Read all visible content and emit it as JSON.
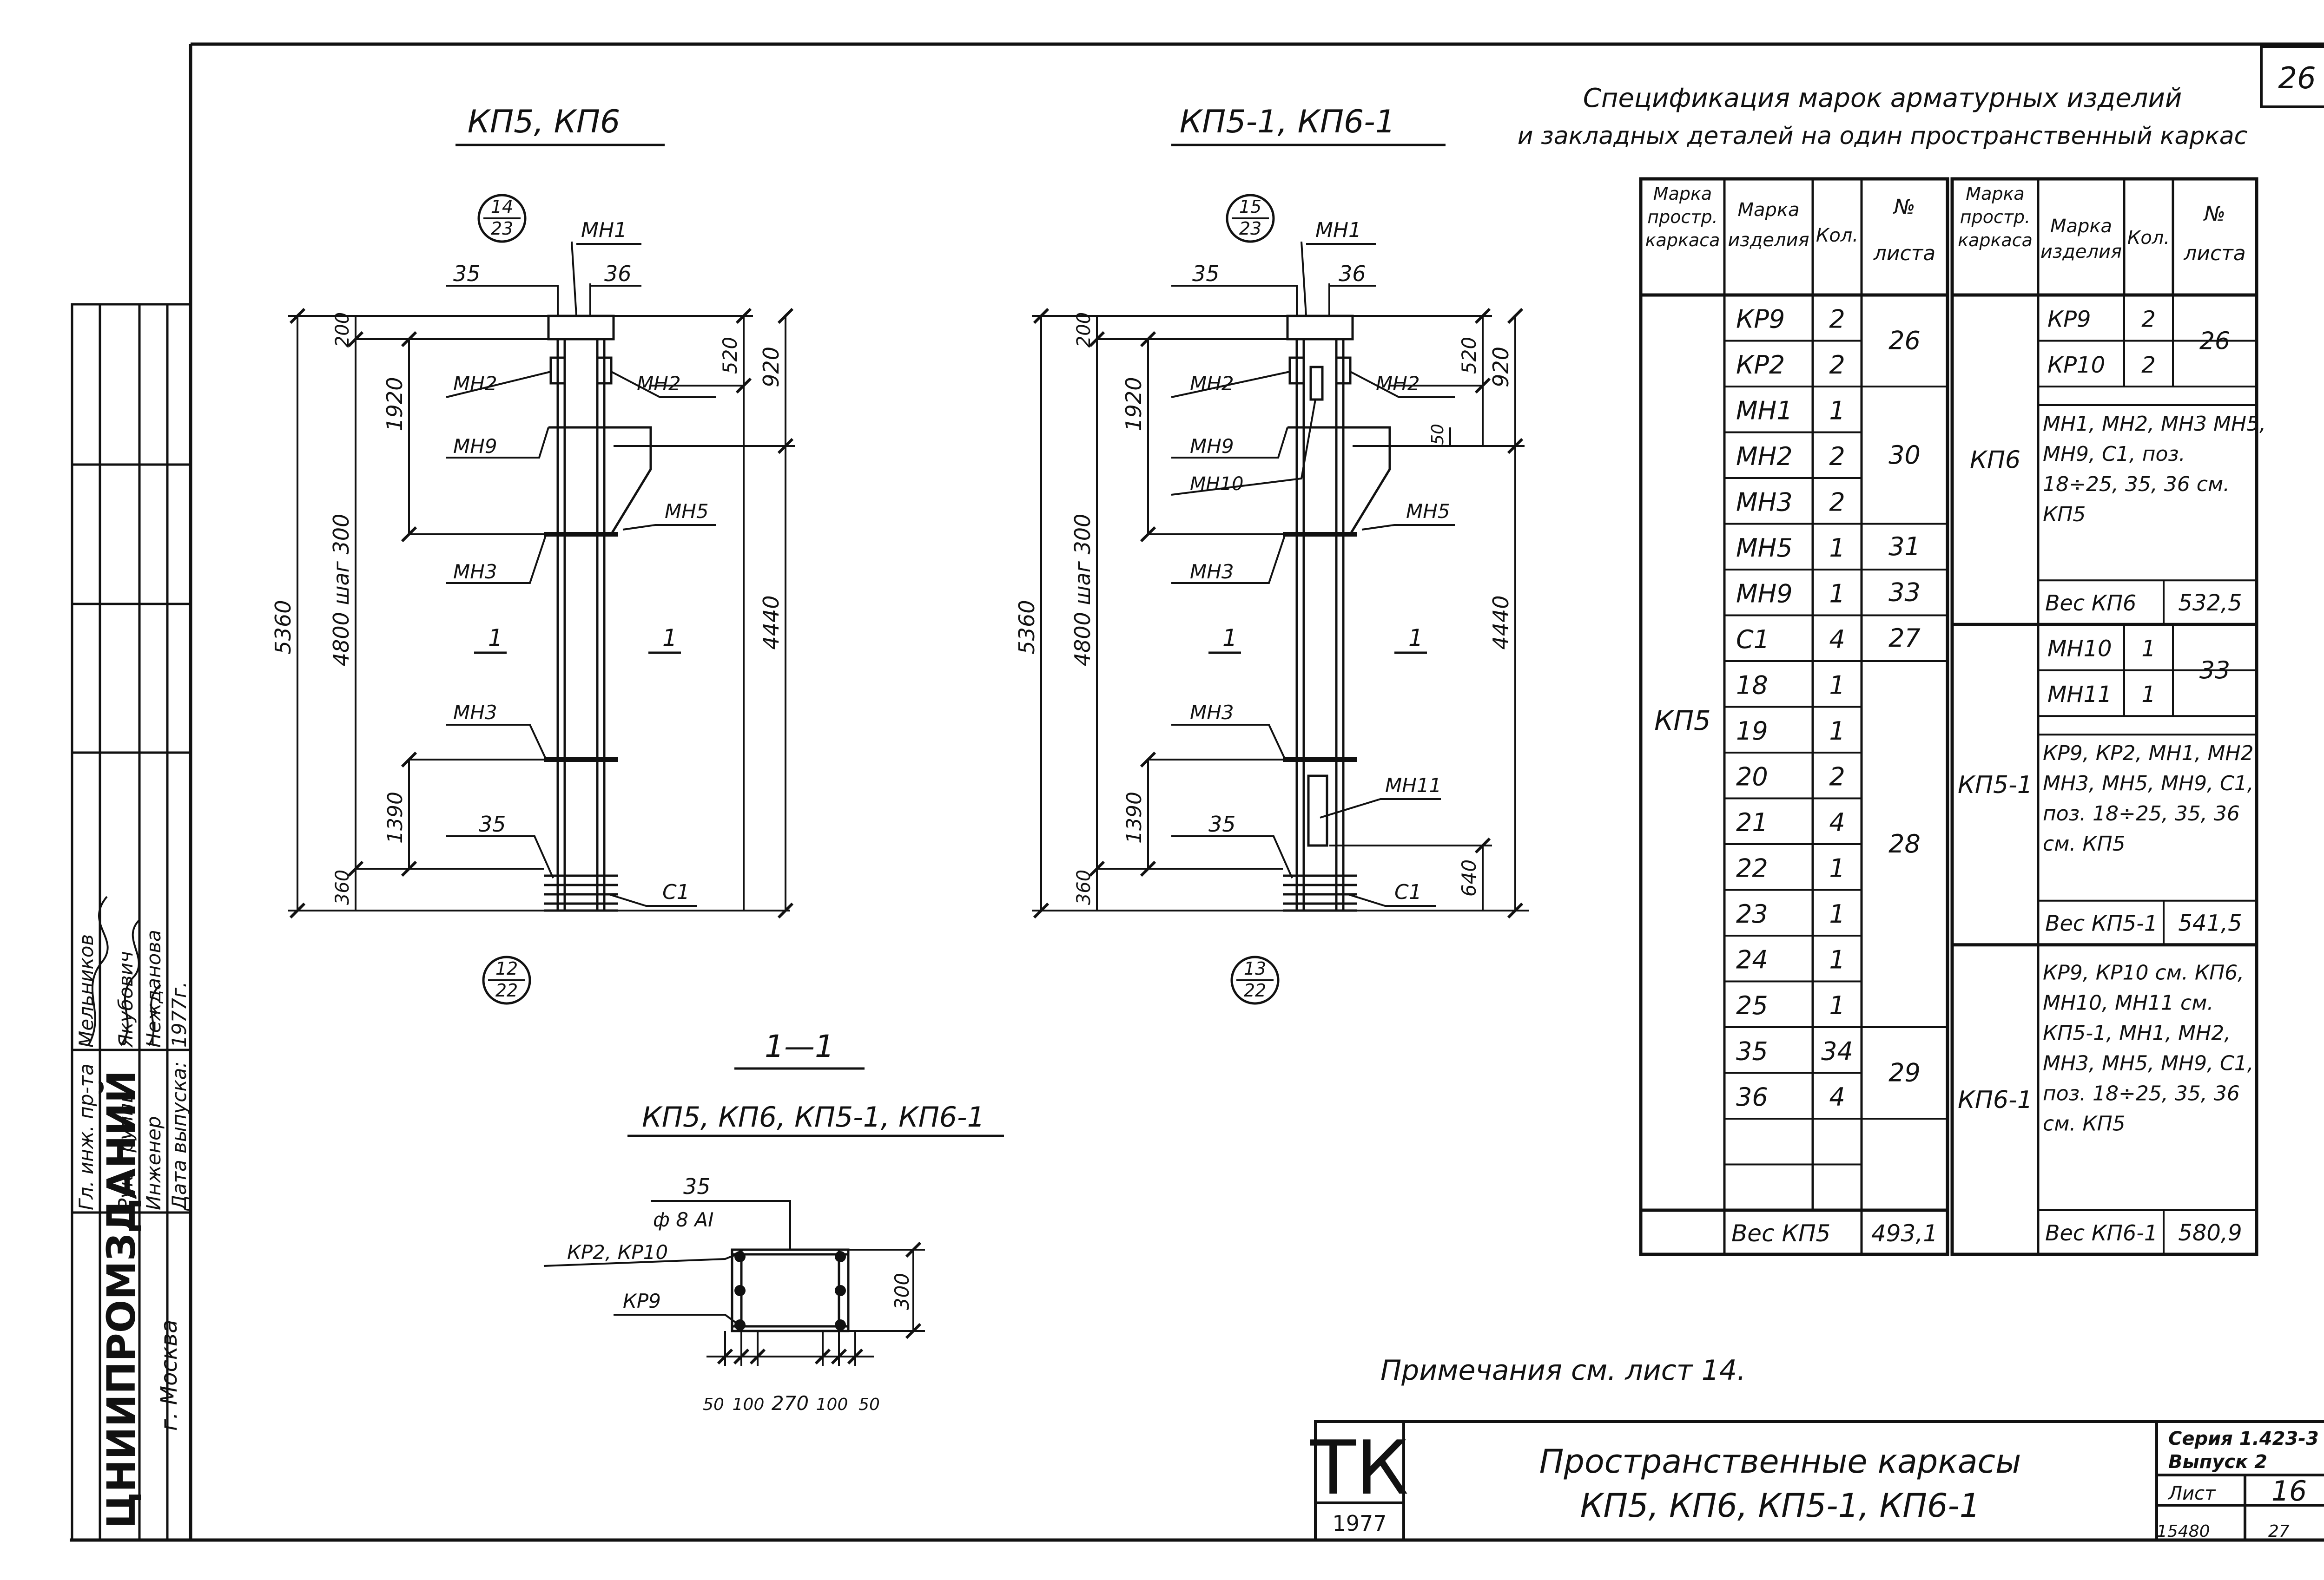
{
  "sheet_number": "26",
  "frame": {
    "org": "ЦНИИПРОМЗДАНИЙ",
    "city": "г. Москва",
    "roles": [
      {
        "role": "Гл. инж. пр-та",
        "name": "Мельников"
      },
      {
        "role": "Рук. группы",
        "name": "Якубович"
      },
      {
        "role": "Инженер",
        "name": "Нежданова"
      },
      {
        "role": "Дата выпуска:",
        "name": "1977г."
      }
    ]
  },
  "drawings": {
    "left": {
      "title": "КП5, КП6",
      "top_circle": {
        "num": "14",
        "den": "23"
      },
      "bottom_circle": {
        "num": "12",
        "den": "22"
      },
      "labels": {
        "mh1": "МН1",
        "p35a": "35",
        "p36": "36",
        "mh2l": "МН2",
        "mh2r": "МН2",
        "mh9": "МН9",
        "mh5": "МН5",
        "mh3a": "МН3",
        "mh3b": "МН3",
        "p35b": "35",
        "c1": "С1",
        "sec1l": "1",
        "sec1r": "1"
      },
      "dims": {
        "total": "5360",
        "step": "4800 шаг 300",
        "top": "200",
        "d1920": "1920",
        "d1390": "1390",
        "d360": "360",
        "d920": "920",
        "d520": "520",
        "d4440": "4440"
      }
    },
    "right": {
      "title": "КП5-1, КП6-1",
      "top_circle": {
        "num": "15",
        "den": "23"
      },
      "bottom_circle": {
        "num": "13",
        "den": "22"
      },
      "labels": {
        "mh1": "МН1",
        "p35a": "35",
        "p36": "36",
        "mh2l": "МН2",
        "mh2r": "МН2",
        "mh9": "МН9",
        "mh10": "МН10",
        "mh5": "МН5",
        "mh3a": "МН3",
        "mh3b": "МН3",
        "mh11": "МН11",
        "p35b": "35",
        "c1": "С1",
        "sec1l": "1",
        "sec1r": "1"
      },
      "dims": {
        "total": "5360",
        "step": "4800 шаг 300",
        "top": "200",
        "d1920": "1920",
        "d1390": "1390",
        "d360": "360",
        "d920": "920",
        "d520": "520",
        "d50": "50",
        "d4440": "4440",
        "d640": "640"
      }
    },
    "section": {
      "title": "1—1",
      "subtitle": "КП5, КП6, КП5-1, КП6-1",
      "labels": {
        "p35": "35",
        "bar": "ф 8 АI",
        "kp2": "КР2, КР10",
        "kp9": "КР9"
      },
      "dims": {
        "h": "300",
        "b1": "50",
        "b2": "100",
        "b3": "270",
        "b4": "100",
        "b5": "50"
      }
    }
  },
  "spec": {
    "title_line1": "Спецификация марок арматурных изделий",
    "title_line2": "и закладных деталей на один пространственный каркас",
    "headers": [
      "Марка простр. каркаса",
      "Марка изделия",
      "Кол.",
      "№ листа"
    ],
    "left_frame": "КП5",
    "left_rows": [
      [
        "КР9",
        "2"
      ],
      [
        "КР2",
        "2"
      ],
      [
        "МН1",
        "1"
      ],
      [
        "МН2",
        "2"
      ],
      [
        "МН3",
        "2"
      ],
      [
        "МН5",
        "1"
      ],
      [
        "МН9",
        "1"
      ],
      [
        "С1",
        "4"
      ],
      [
        "18",
        "1"
      ],
      [
        "19",
        "1"
      ],
      [
        "20",
        "2"
      ],
      [
        "21",
        "4"
      ],
      [
        "22",
        "1"
      ],
      [
        "23",
        "1"
      ],
      [
        "24",
        "1"
      ],
      [
        "25",
        "1"
      ],
      [
        "35",
        "34"
      ],
      [
        "36",
        "4"
      ],
      [
        "",
        ""
      ],
      [
        "",
        ""
      ]
    ],
    "left_sheets": [
      {
        "row": 0,
        "span": 2,
        "value": "26"
      },
      {
        "row": 2,
        "span": 3,
        "value": "30"
      },
      {
        "row": 5,
        "span": 1,
        "value": "31"
      },
      {
        "row": 6,
        "span": 1,
        "value": "33"
      },
      {
        "row": 7,
        "span": 1,
        "value": "27"
      },
      {
        "row": 8,
        "span": 8,
        "value": "28"
      },
      {
        "row": 16,
        "span": 2,
        "value": "29"
      }
    ],
    "left_weight_label": "Вес КП5",
    "left_weight": "493,1",
    "right_groups": [
      {
        "frame": "КП6",
        "rows": [
          [
            "КР9",
            "2"
          ],
          [
            "КР10",
            "2"
          ]
        ],
        "sheet": "26",
        "note": "МН1, МН2, МН3 МН5, МН9, С1, поз. 18÷25, 35, 36 см. КП5",
        "weight_label": "Вес КП6",
        "weight": "532,5"
      },
      {
        "frame": "КП5-1",
        "rows": [
          [
            "МН10",
            "1"
          ],
          [
            "МН11",
            "1"
          ]
        ],
        "sheet": "33",
        "note": "КР9, КР2, МН1, МН2 МН3, МН5, МН9, С1, поз. 18÷25, 35, 36 см. КП5",
        "weight_label": "Вес КП5-1",
        "weight": "541,5"
      },
      {
        "frame": "КП6-1",
        "note": "КР9, КР10 см. КП6, МН10, МН11 см. КП5-1, МН1, МН2, МН3, МН5, МН9, С1, поз. 18÷25, 35, 36 см. КП5",
        "weight_label": "Вес КП6-1",
        "weight": "580,9"
      }
    ]
  },
  "notes": "Примечания см. лист 14.",
  "title_block": {
    "logo": "ТК",
    "year": "1977",
    "title_line1": "Пространственные каркасы",
    "title_line2": "КП5, КП6, КП5-1, КП6-1",
    "series_label": "Серия 1.423-3",
    "issue_label": "Выпуск 2",
    "sheet_label": "Лист",
    "sheet_value": "16",
    "code": "15480",
    "code2": "27"
  }
}
